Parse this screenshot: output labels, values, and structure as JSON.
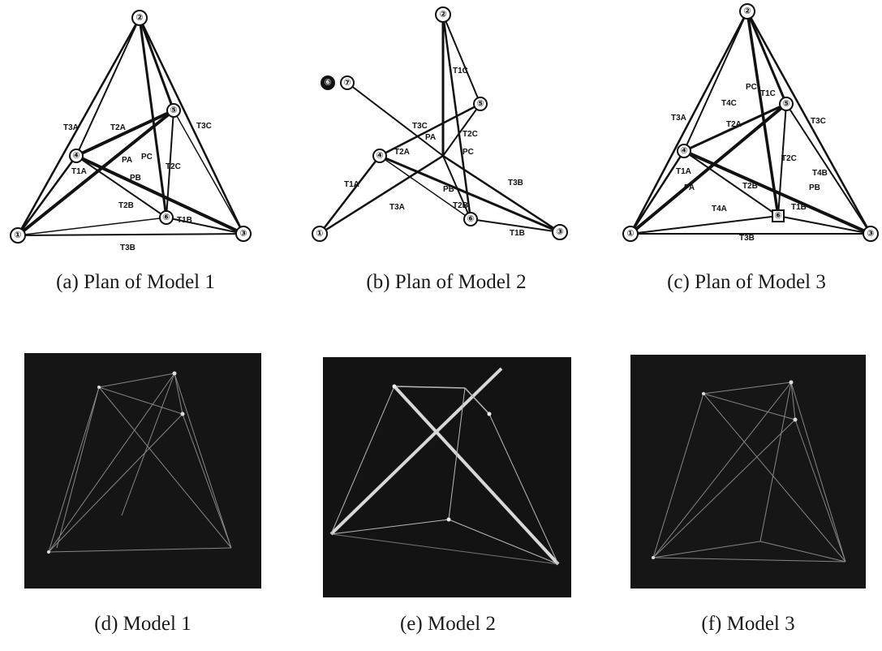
{
  "captions": {
    "a": "(a) Plan of Model 1",
    "b": "(b) Plan of Model 2",
    "c": "(c) Plan of Model 3",
    "d": "(d) Model 1",
    "e": "(e) Model 2",
    "f": "(f) Model 3"
  },
  "node_labels": {
    "n1": "①",
    "n2": "②",
    "n3": "③",
    "n4": "④",
    "n5": "⑤",
    "n6": "⑥",
    "n7": "⑦"
  },
  "member_labels": {
    "a": [
      "T3A",
      "T2A",
      "T1A",
      "PA",
      "PC",
      "T2C",
      "T3C",
      "PB",
      "T2B",
      "T1B",
      "T3B"
    ],
    "b": [
      "T1C",
      "T3C",
      "T2C",
      "PA",
      "T2A",
      "PC",
      "T1A",
      "T3A",
      "PB",
      "T2B",
      "T3B",
      "T1B"
    ],
    "c": [
      "PC",
      "T1C",
      "T4C",
      "T3A",
      "T2A",
      "T3C",
      "T2C",
      "T1A",
      "PA",
      "T2B",
      "T4B",
      "PB",
      "T4A",
      "T1B",
      "T3B"
    ]
  }
}
